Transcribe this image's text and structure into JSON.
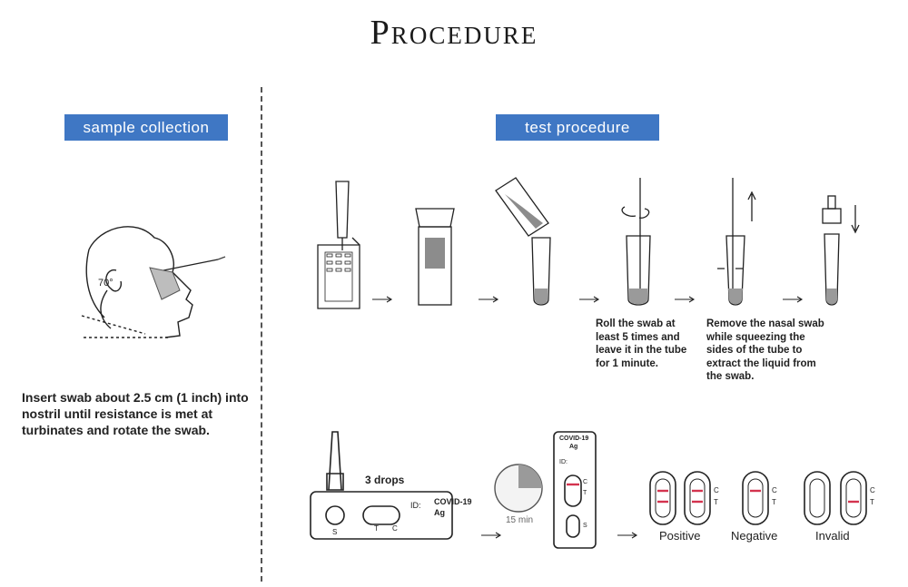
{
  "header": {
    "title": "Procedure"
  },
  "sections": {
    "collection": {
      "label": "sample collection"
    },
    "test": {
      "label": "test procedure"
    }
  },
  "collection": {
    "angle_label": "70°",
    "instruction": "Insert swab about 2.5 cm (1 inch) into nostril until resistance is met at turbinates and rotate the swab."
  },
  "steps": {
    "roll_note": "Roll the swab at least 5 times and leave it in the tube for 1 minute.",
    "remove_note": "Remove the nasal swab while squeezing the sides of the tube to extract the liquid from the swab."
  },
  "cassette": {
    "drops_label": "3 drops",
    "brand_line1": "COVID-19",
    "brand_line2": "Ag",
    "id_label": "ID:",
    "c_mark": "C",
    "t_mark": "T",
    "s_mark": "S"
  },
  "timer": {
    "label": "15 min",
    "elapsed_fraction": 0.25
  },
  "results": {
    "positive": "Positive",
    "negative": "Negative",
    "invalid": "Invalid",
    "c_mark": "C",
    "t_mark": "T"
  },
  "colors": {
    "banner": "#3f77c4",
    "line": "#d3334e",
    "liquid": "#9a9a9a"
  }
}
